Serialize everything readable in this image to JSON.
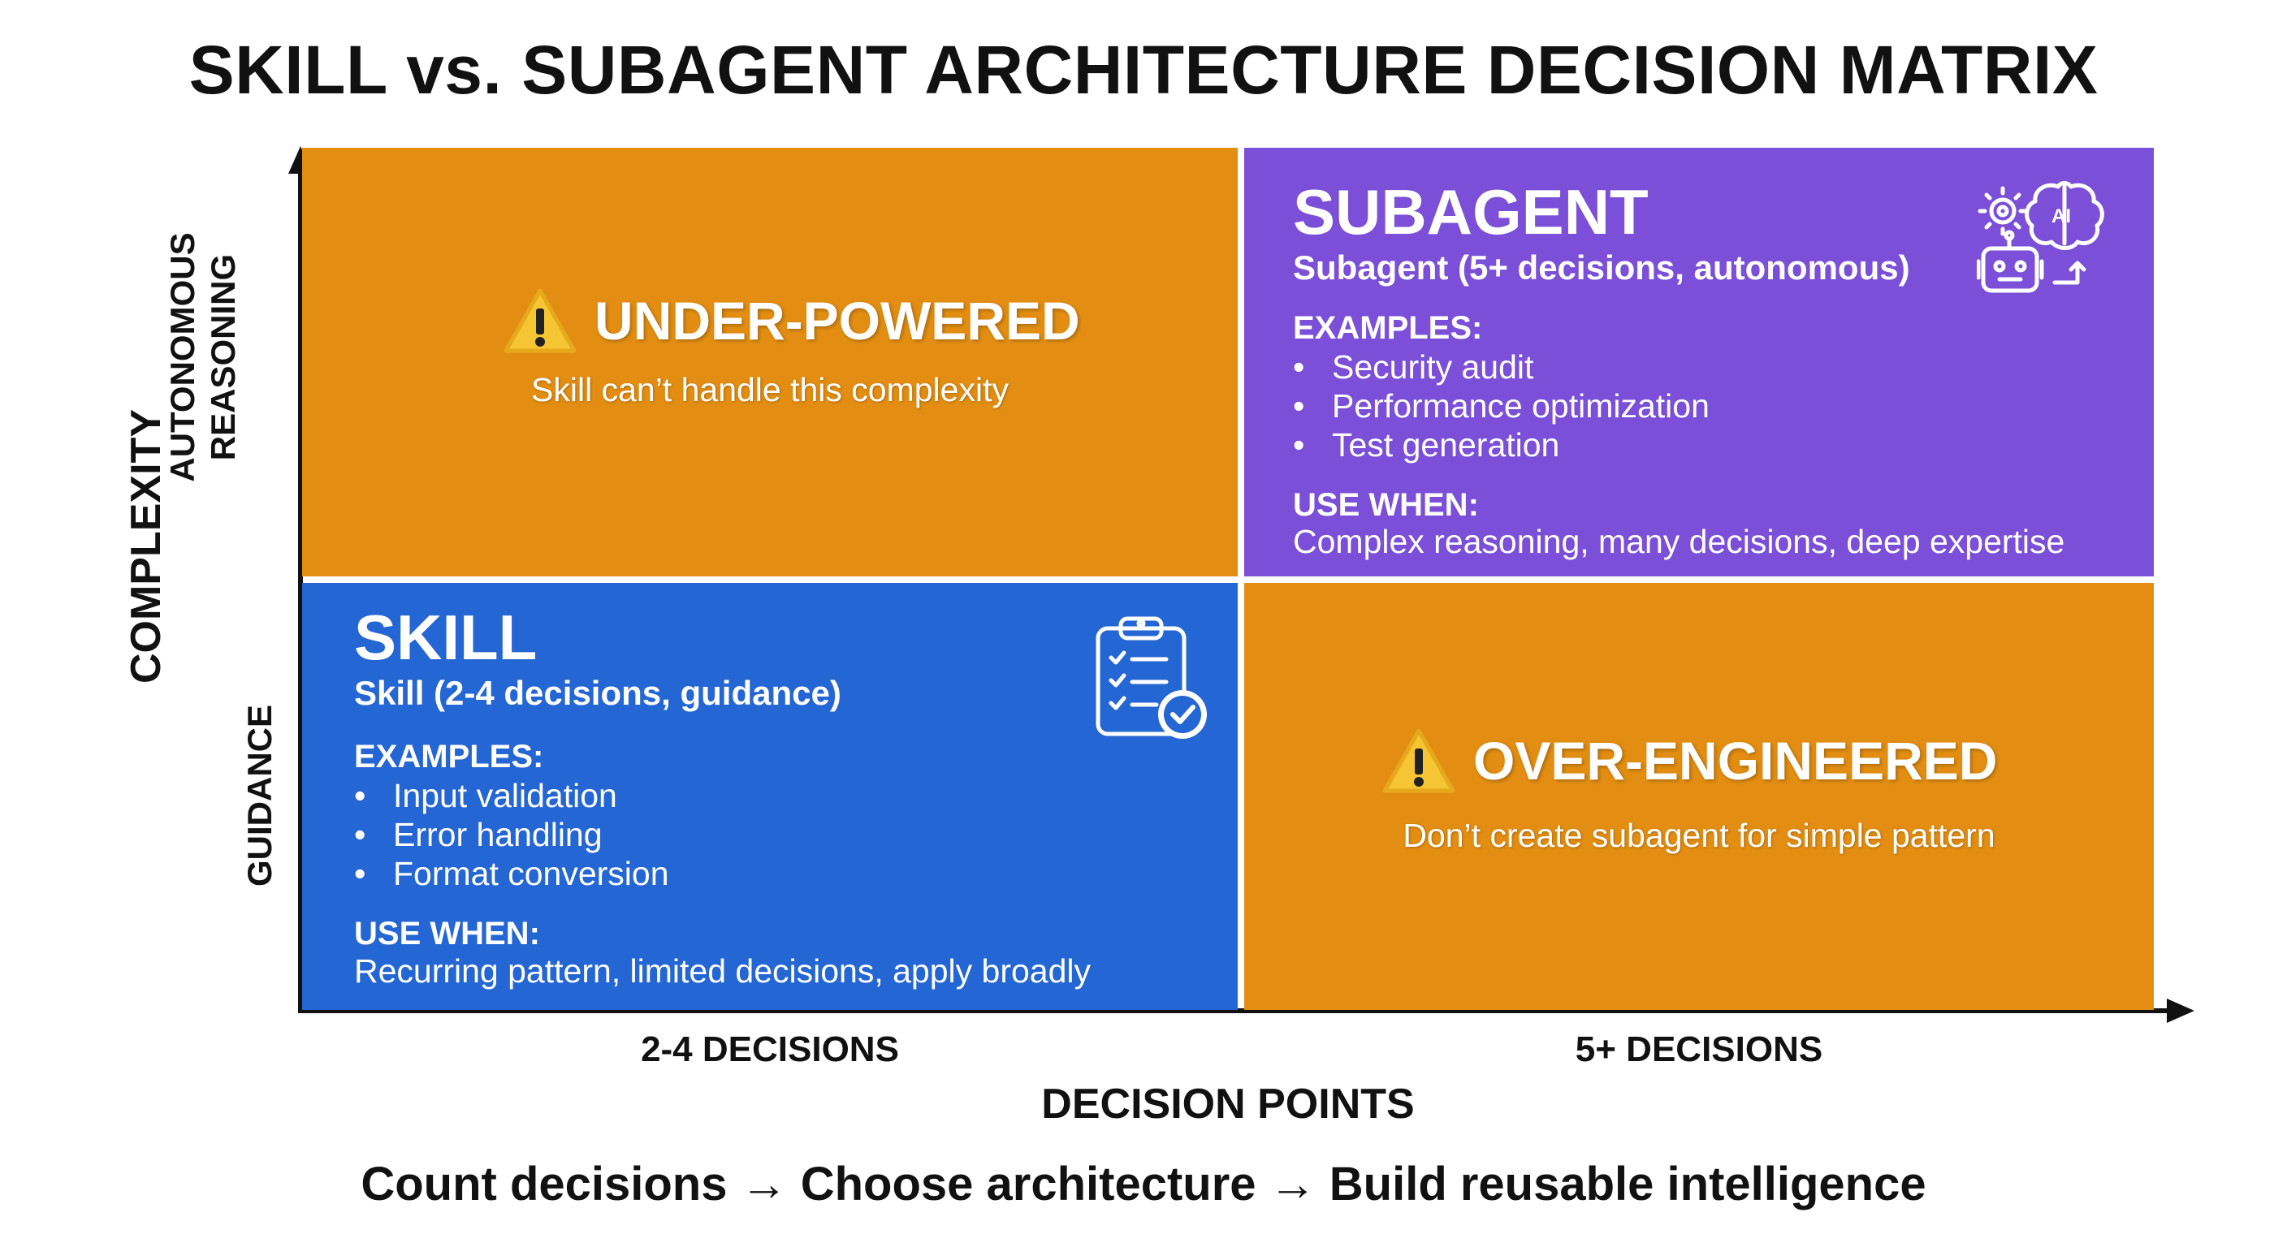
{
  "title": "SKILL vs. SUBAGENT ARCHITECTURE DECISION MATRIX",
  "axes": {
    "y_title": "COMPLEXITY",
    "y_high": "AUTONOMOUS REASONING",
    "y_low": "GUIDANCE",
    "x_title": "DECISION POINTS",
    "x_low": "2-4 DECISIONS",
    "x_high": "5+ DECISIONS"
  },
  "quadrants": {
    "top_left": {
      "title": "UNDER-POWERED",
      "subtitle": "Skill can’t handle this complexity",
      "color": "#E38E12",
      "icon": "warning-icon"
    },
    "top_right": {
      "title": "SUBAGENT",
      "subtitle": "Subagent (5+ decisions, autonomous)",
      "examples_label": "EXAMPLES:",
      "examples": [
        "Security audit",
        "Performance optimization",
        "Test generation"
      ],
      "use_when_label": "USE WHEN:",
      "use_when": "Complex reasoning, many decisions, deep expertise",
      "color": "#7B4FD8",
      "icon": "ai-robot-brain-icon",
      "icon_text": "AI"
    },
    "bottom_left": {
      "title": "SKILL",
      "subtitle": "Skill (2-4 decisions, guidance)",
      "examples_label": "EXAMPLES:",
      "examples": [
        "Input validation",
        "Error handling",
        "Format conversion"
      ],
      "use_when_label": "USE WHEN:",
      "use_when": "Recurring pattern, limited decisions, apply broadly",
      "color": "#2466D3",
      "icon": "clipboard-checklist-icon"
    },
    "bottom_right": {
      "title": "OVER-ENGINEERED",
      "subtitle": "Don’t create subagent for simple pattern",
      "color": "#E38E12",
      "icon": "warning-icon"
    }
  },
  "footer": "Count decisions → Choose architecture → Build reusable intelligence"
}
